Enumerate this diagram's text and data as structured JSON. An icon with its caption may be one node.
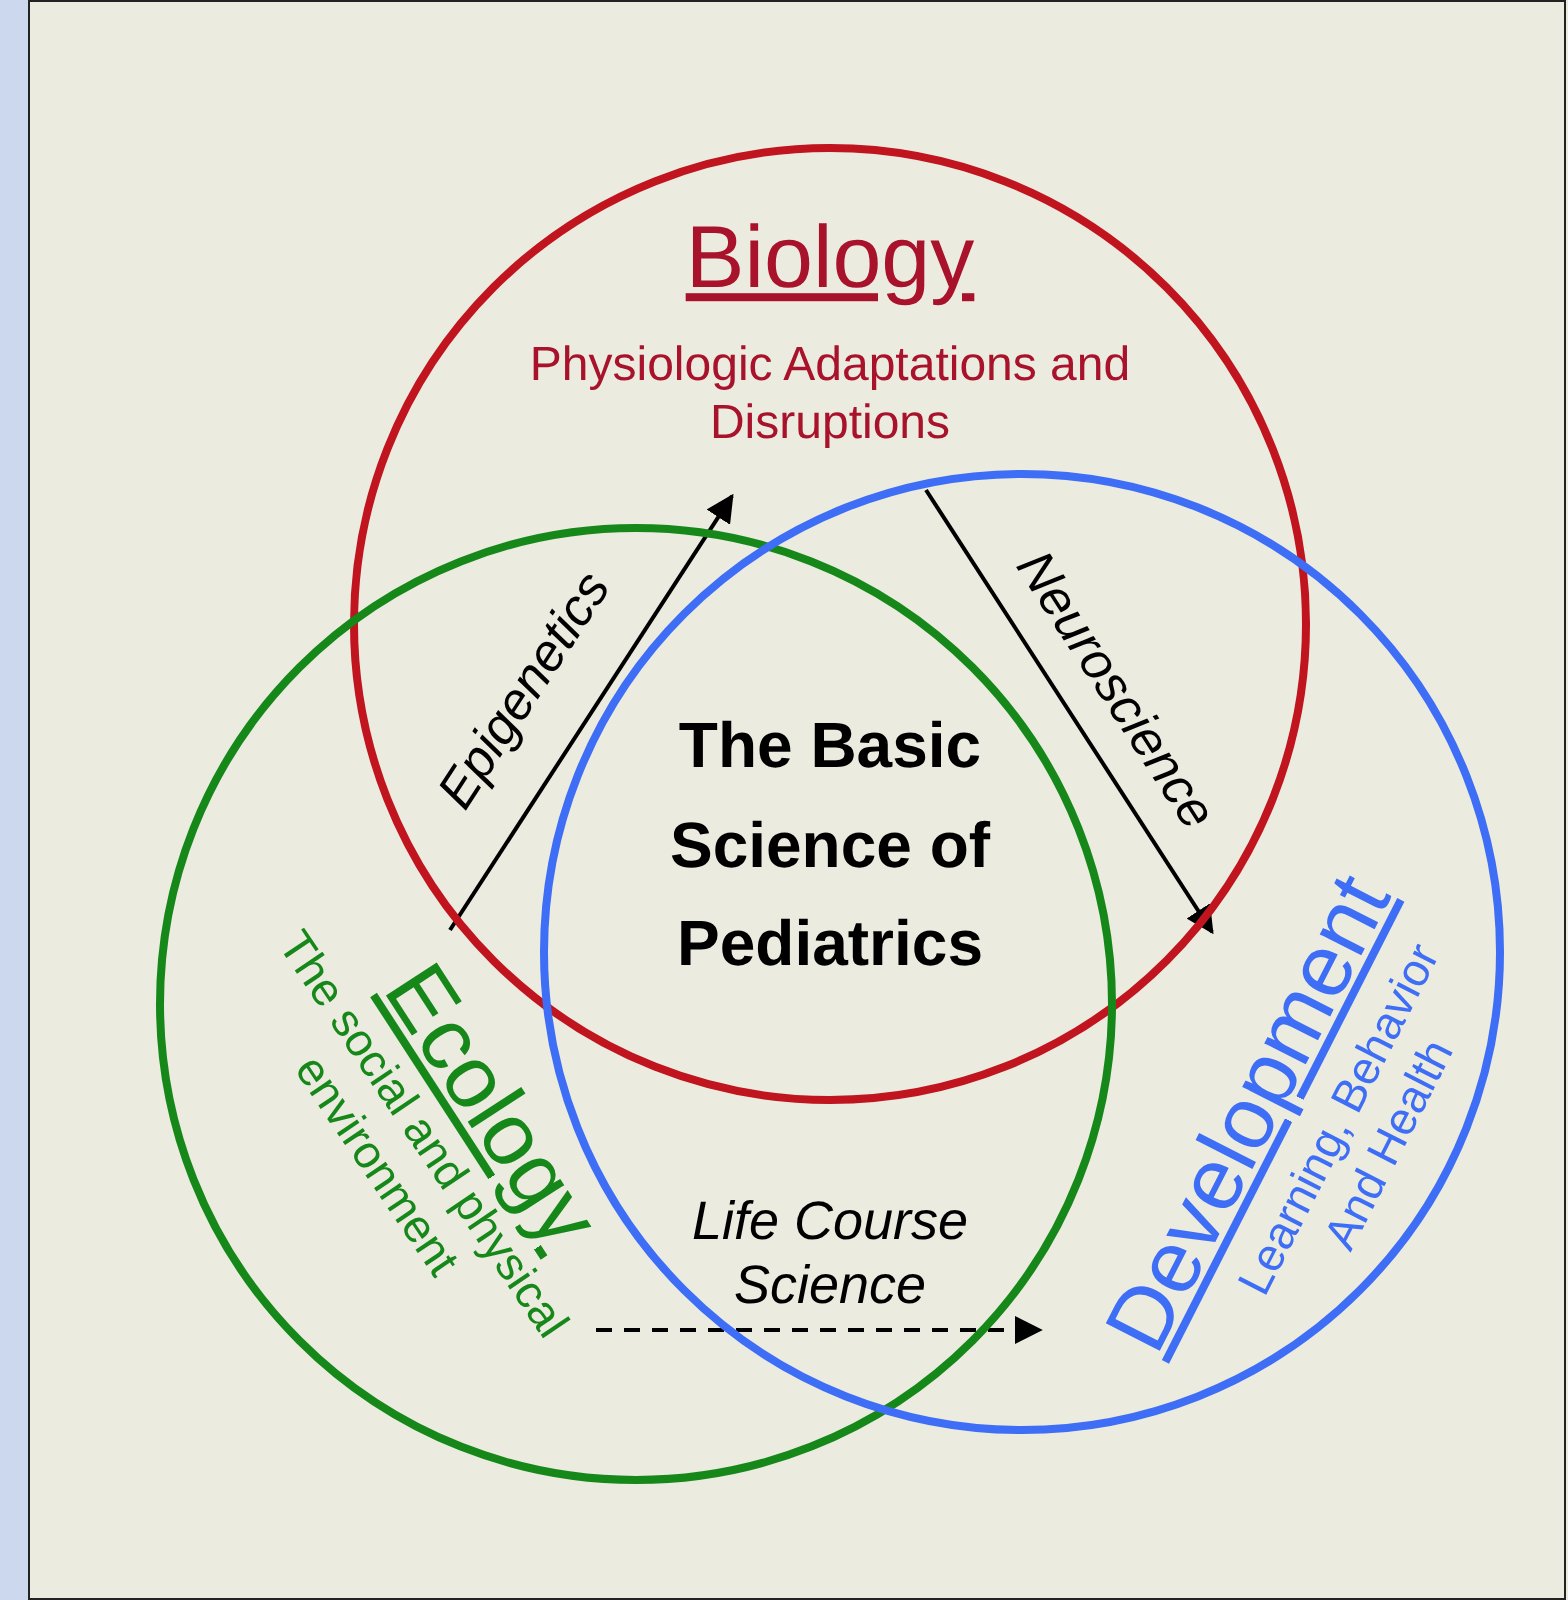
{
  "diagram": {
    "nodes": [
      {
        "text": [
          "Biology",
          "Physiologic Adaptations and Disruptions"
        ]
      },
      {
        "text": [
          "Ecology",
          "The social and physical environment"
        ]
      },
      {
        "text": [
          "Development",
          "Learning, Behavior And Health"
        ]
      }
    ],
    "edges": [
      {
        "from": 1,
        "to": 0,
        "arrow": "to",
        "label": "Epigenetics"
      },
      {
        "from": 0,
        "to": 2,
        "arrow": "to",
        "label": "Neuroscience"
      },
      {
        "from": 1,
        "to": 2,
        "arrow": "to",
        "label": "Life Course Science",
        "style": "dashed"
      }
    ],
    "labels": [
      "The Basic Science of Pediatrics"
    ]
  }
}
